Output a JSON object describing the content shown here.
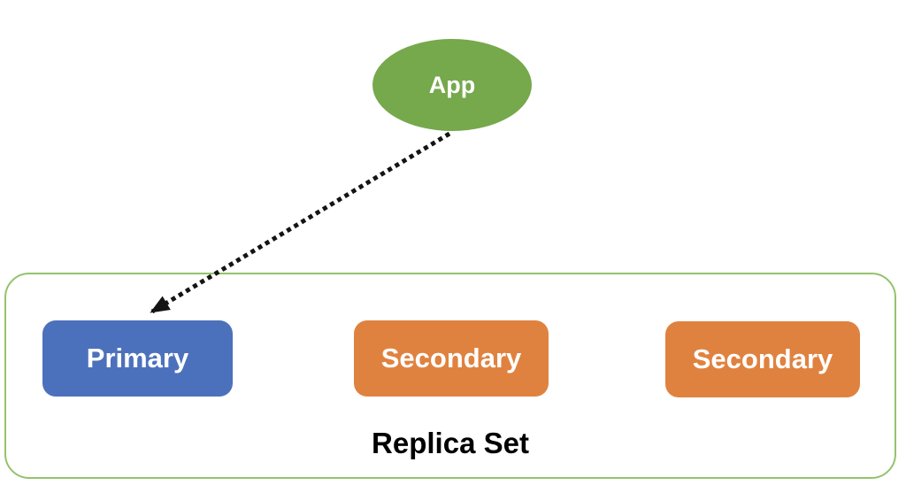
{
  "colors": {
    "app_green": "#76A84C",
    "primary_blue": "#4C71BC",
    "secondary_orange": "#E0823F",
    "container_border_green": "#94C36C",
    "arrow_black": "#141414",
    "node_text": "#FFFFFF",
    "caption_text": "#000000"
  },
  "diagram": {
    "app_node": {
      "label": "App"
    },
    "connection": {
      "from": "App",
      "to": "Primary",
      "style": "dotted-arrow"
    },
    "replica_set": {
      "caption": "Replica Set",
      "nodes": [
        {
          "label": "Primary",
          "role": "primary"
        },
        {
          "label": "Secondary",
          "role": "secondary"
        },
        {
          "label": "Secondary",
          "role": "secondary"
        }
      ]
    }
  }
}
